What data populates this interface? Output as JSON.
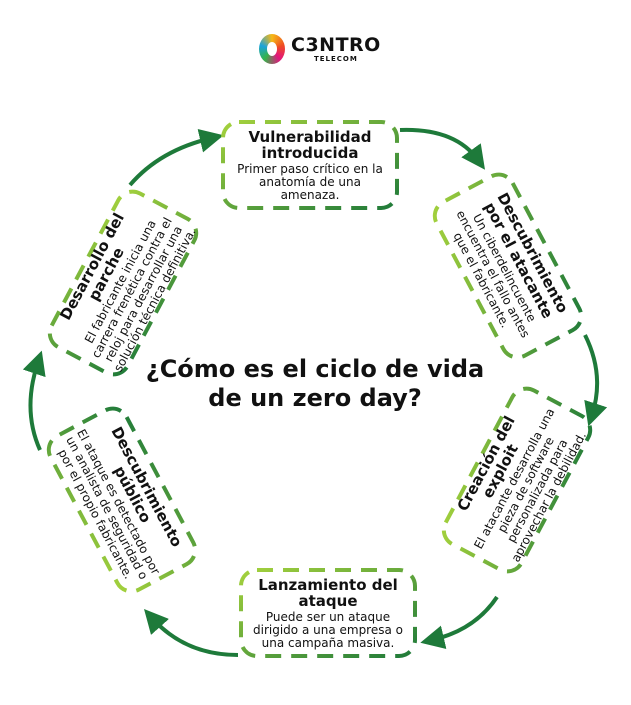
{
  "logo": {
    "name": "C3NTRO",
    "sub": "TELECOM"
  },
  "title": "¿Cómo es el ciclo de vida de un zero day?",
  "colors": {
    "arrow": "#1e7a3a",
    "dash_light": "#9ccf3c",
    "dash_dark": "#1f7a3a"
  },
  "steps": [
    {
      "title": "Vulnerabilidad introducida",
      "desc": "Primer paso crítico en la anatomía de una amenaza."
    },
    {
      "title": "Descubrimiento por el atacante",
      "desc": "Un ciberdelincuente encuentra el fallo antes que el fabricante."
    },
    {
      "title": "Creación del exploit",
      "desc": "El atacante desarrolla una pieza de software personalizada para aprovechar la debilidad."
    },
    {
      "title": "Lanzamiento del ataque",
      "desc": "Puede ser un ataque dirigido a una empresa o una campaña masiva."
    },
    {
      "title": "Descubrimiento público",
      "desc": "El ataque es detectado por un analista de seguridad o por el propio fabricante."
    },
    {
      "title": "Desarrollo del parche",
      "desc": "El fabricante inicia una carrera frenética contra el reloj para desarrollar una solución técnica definitiva."
    }
  ]
}
